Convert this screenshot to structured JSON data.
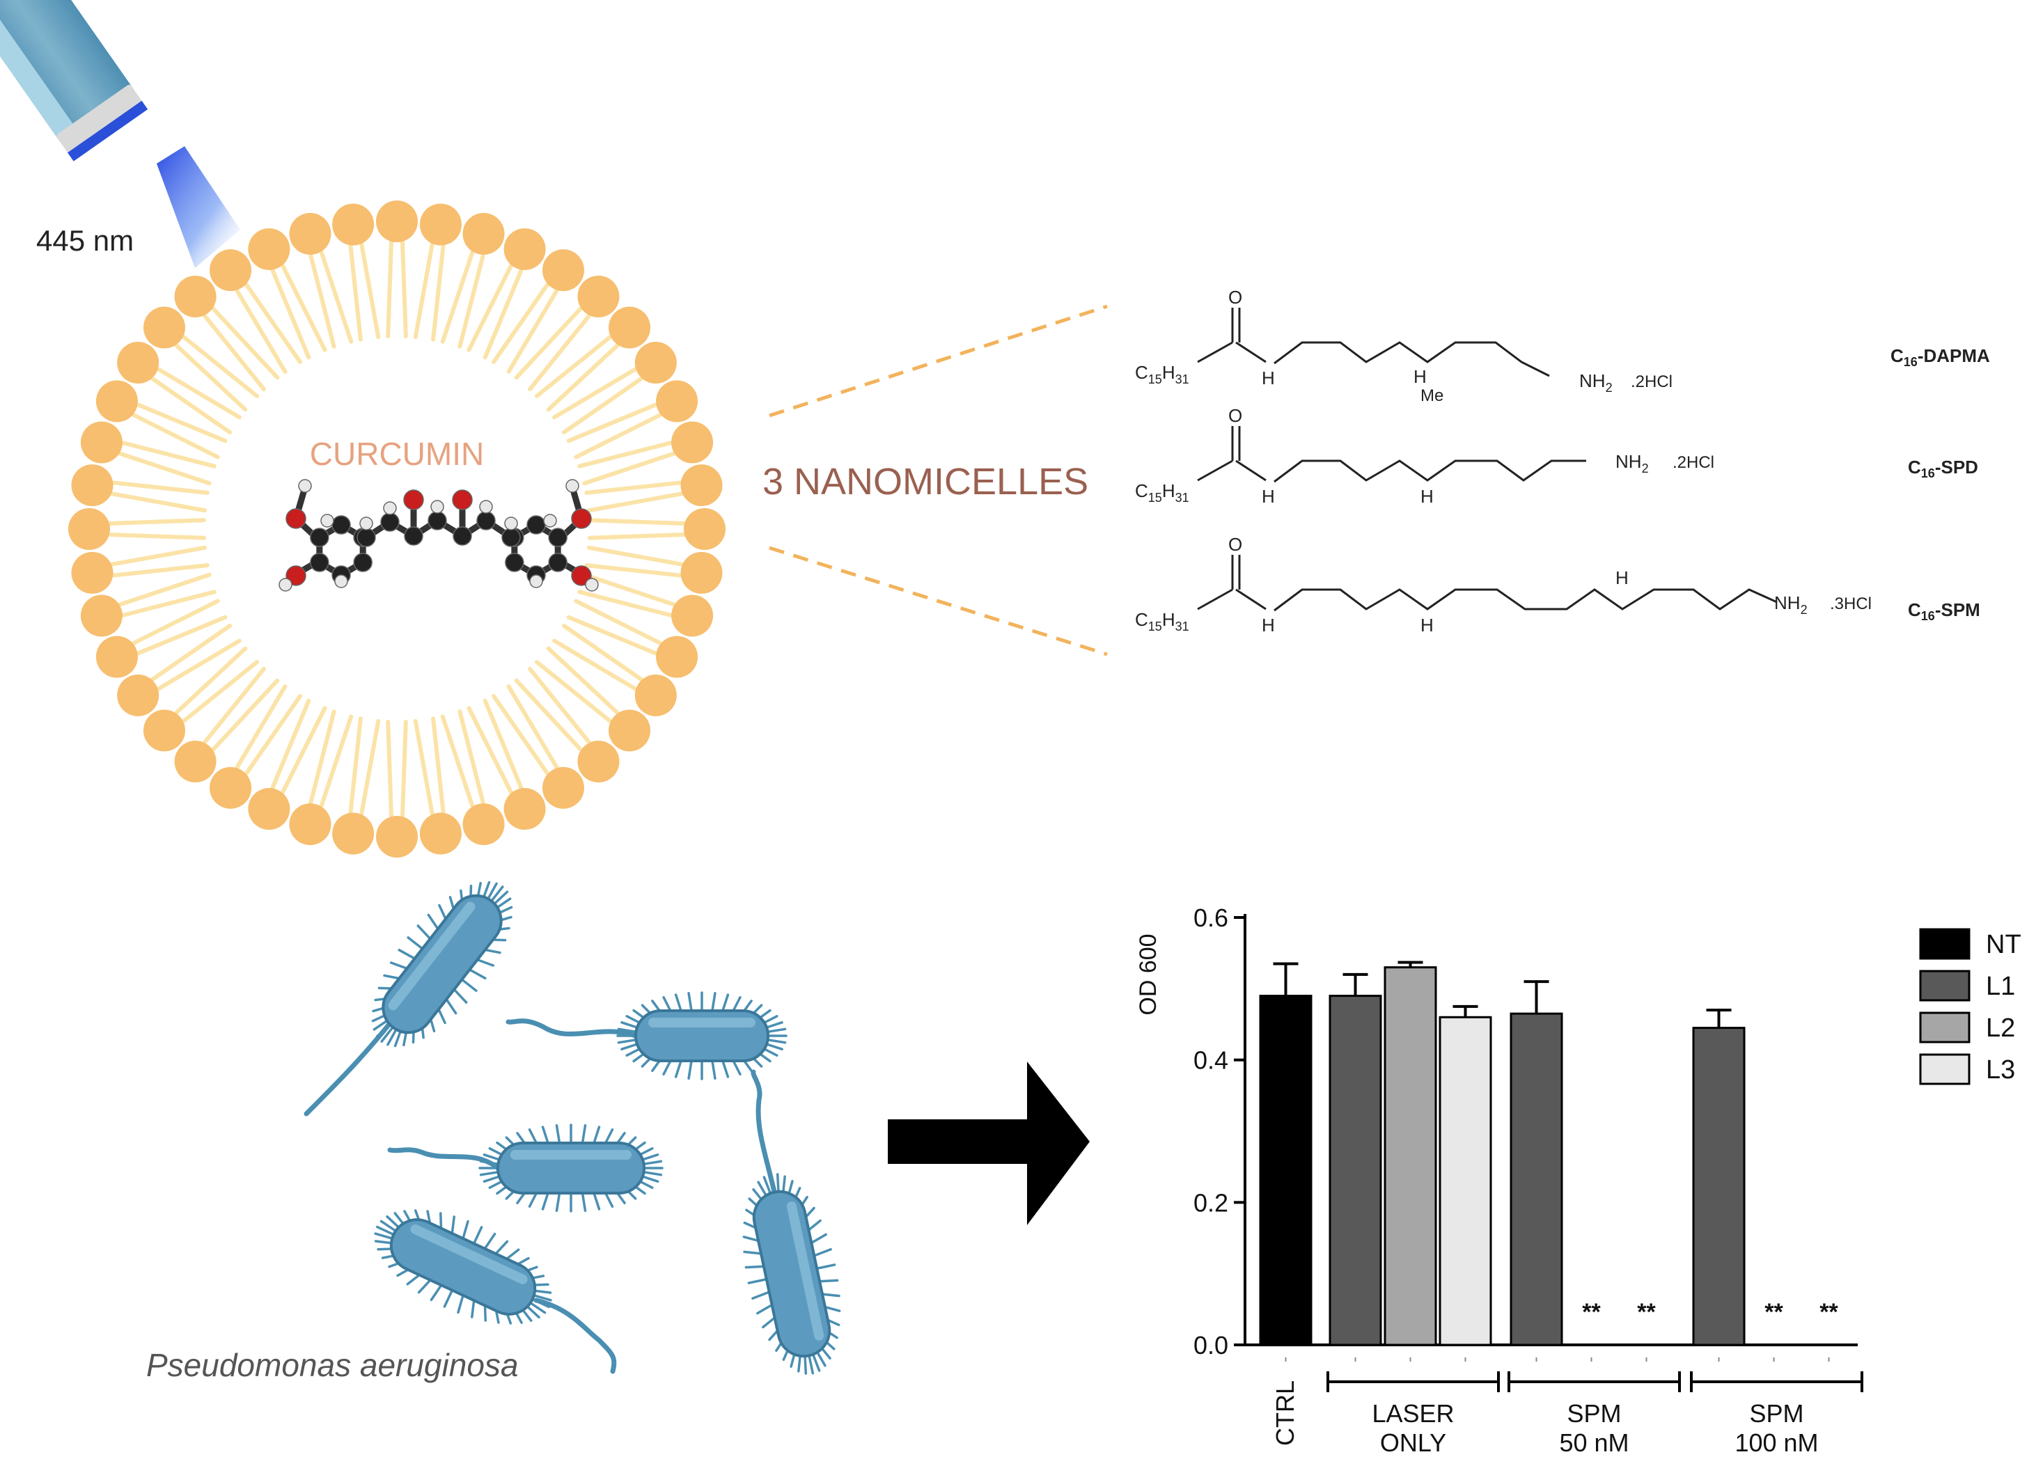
{
  "illustration": {
    "laser_label": "445 nm",
    "payload_label": "CURCUMIN",
    "micelle_count_label": "3 NANOMICELLES",
    "bacteria_label": "Pseudomonas aeruginosa"
  },
  "compounds": [
    {
      "name_base": "C",
      "name_sub": "16",
      "name_suffix": "-DAPMA",
      "salt": ".2HCl",
      "tail_base": "C",
      "tail_sub1": "15",
      "tail_mid": "H",
      "tail_sub2": "31",
      "nh": "H",
      "me": "Me",
      "amine": "NH",
      "amine_sub": "2"
    },
    {
      "name_base": "C",
      "name_sub": "16",
      "name_suffix": "-SPD",
      "salt": ".2HCl",
      "tail_base": "C",
      "tail_sub1": "15",
      "tail_mid": "H",
      "tail_sub2": "31",
      "nh": "H",
      "amine": "NH",
      "amine_sub": "2"
    },
    {
      "name_base": "C",
      "name_sub": "16",
      "name_suffix": "-SPM",
      "salt": ".3HCl",
      "tail_base": "C",
      "tail_sub1": "15",
      "tail_mid": "H",
      "tail_sub2": "31",
      "nh": "H",
      "amine": "NH",
      "amine_sub": "2"
    }
  ],
  "atom_O": "O",
  "chart_data": {
    "type": "bar",
    "ylabel": "OD 600",
    "ylim": [
      0,
      0.6
    ],
    "yticks": [
      "0.0",
      "0.2",
      "0.4",
      "0.6"
    ],
    "significance_mark": "**",
    "legend": [
      {
        "name": "NT",
        "color": "#000000"
      },
      {
        "name": "L1",
        "color": "#595959"
      },
      {
        "name": "L2",
        "color": "#a6a6a6"
      },
      {
        "name": "L3",
        "color": "#e8e8e8"
      }
    ],
    "groups": [
      {
        "label_lines": [
          "CTRL"
        ],
        "bars": [
          {
            "series": "NT",
            "value": 0.49,
            "err": 0.045
          }
        ]
      },
      {
        "label_lines": [
          "LASER",
          "ONLY"
        ],
        "bars": [
          {
            "series": "L1",
            "value": 0.49,
            "err": 0.03
          },
          {
            "series": "L2",
            "value": 0.53,
            "err": 0.007
          },
          {
            "series": "L3",
            "value": 0.46,
            "err": 0.015
          }
        ]
      },
      {
        "label_lines": [
          "SPM",
          "50 nM"
        ],
        "bars": [
          {
            "series": "L1",
            "value": 0.465,
            "err": 0.045
          },
          {
            "series": "L2",
            "value": 0,
            "sig": true
          },
          {
            "series": "L3",
            "value": 0,
            "sig": true
          }
        ]
      },
      {
        "label_lines": [
          "SPM",
          "100 nM"
        ],
        "bars": [
          {
            "series": "L1",
            "value": 0.445,
            "err": 0.025
          },
          {
            "series": "L2",
            "value": 0,
            "sig": true
          },
          {
            "series": "L3",
            "value": 0,
            "sig": true
          }
        ]
      }
    ]
  }
}
